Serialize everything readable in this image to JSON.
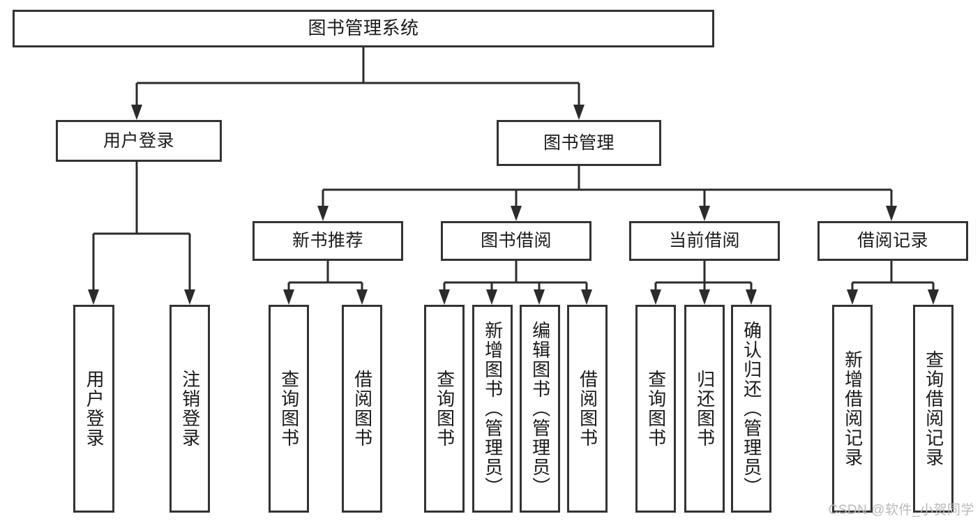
{
  "diagram": {
    "title": "图书管理系统",
    "watermark": "CSDN @软件_小贺同学",
    "nodes": {
      "root": "图书管理系统",
      "user_login": "用户登录",
      "book_manage": "图书管理",
      "new_book_rec": "新书推荐",
      "book_borrow": "图书借阅",
      "current_borrow": "当前借阅",
      "borrow_record": "借阅记录",
      "leaf_user_login": "用户登录",
      "leaf_logout": "注销登录",
      "leaf_query_book_1": "查询图书",
      "leaf_borrow_book_1": "借阅图书",
      "leaf_query_book_2": "查询图书",
      "leaf_add_book_admin": "新增图书（管理员）",
      "leaf_edit_book_admin": "编辑图书（管理员）",
      "leaf_borrow_book_2": "借阅图书",
      "leaf_query_book_3": "查询图书",
      "leaf_return_book": "归还图书",
      "leaf_confirm_return_admin": "确认归还（管理员）",
      "leaf_add_record": "新增借阅记录",
      "leaf_query_record": "查询借阅记录"
    },
    "colors": {
      "stroke": "#333333",
      "wire": "#2b2b2b",
      "text": "#1a1a1a",
      "background": "#ffffff",
      "watermark": "#b9b9b9"
    }
  }
}
